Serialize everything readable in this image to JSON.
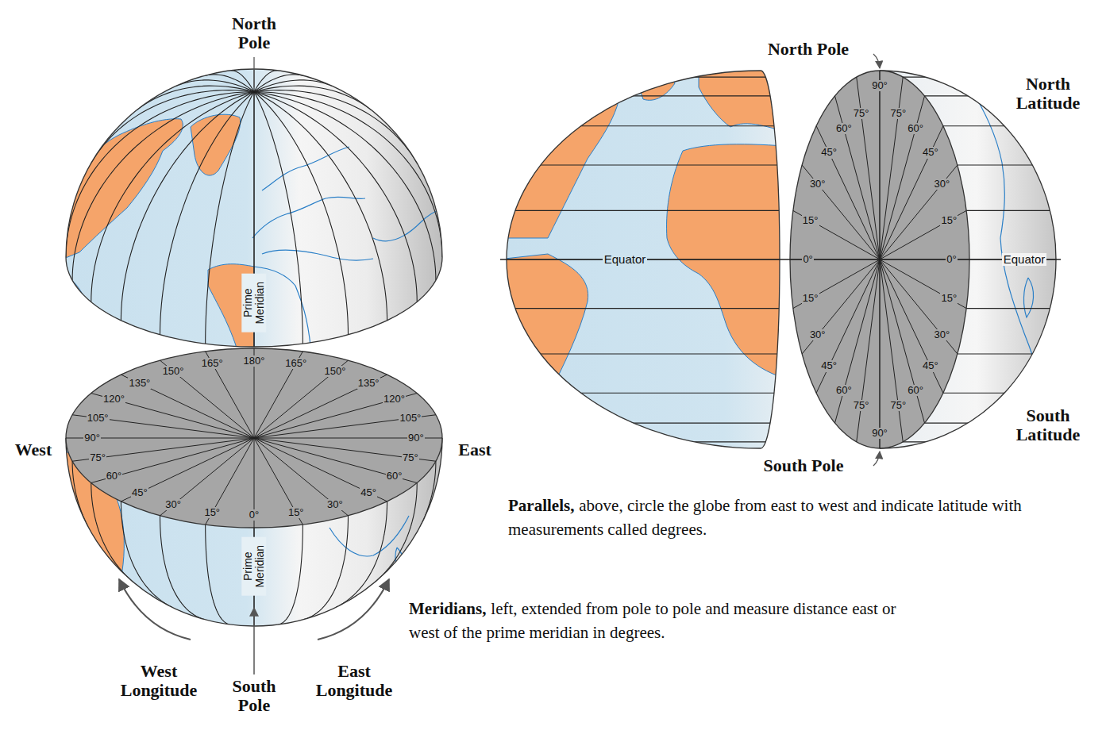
{
  "diagram": {
    "labels": [
      "North Pole",
      "Prime Meridian",
      "West",
      "East",
      "180°",
      "165°",
      "165°",
      "150°",
      "150°",
      "135°",
      "135°",
      "120°",
      "120°",
      "105°",
      "105°",
      "90°",
      "90°",
      "75°",
      "75°",
      "60°",
      "60°",
      "45°",
      "45°",
      "30°",
      "30°",
      "15°",
      "15°",
      "0°",
      "Prime Meridian",
      "West Longitude",
      "South Pole",
      "East Longitude",
      "North Pole",
      "North Latitude",
      "Equator",
      "90°",
      "75°",
      "75°",
      "60°",
      "60°",
      "45°",
      "45°",
      "30°",
      "30°",
      "15°",
      "15°",
      "0°",
      "0°",
      "15°",
      "15°",
      "30°",
      "30°",
      "45°",
      "45°",
      "60°",
      "60°",
      "75°",
      "75°",
      "90°",
      "Equator",
      "South Latitude",
      "South Pole",
      "Parallels,",
      "above, circle the globe from east to west and indicate latitude with measurements called degrees.",
      "Meridians,",
      "left, extended from pole to pole and measure distance east or west of the prime meridian in degrees."
    ]
  }
}
